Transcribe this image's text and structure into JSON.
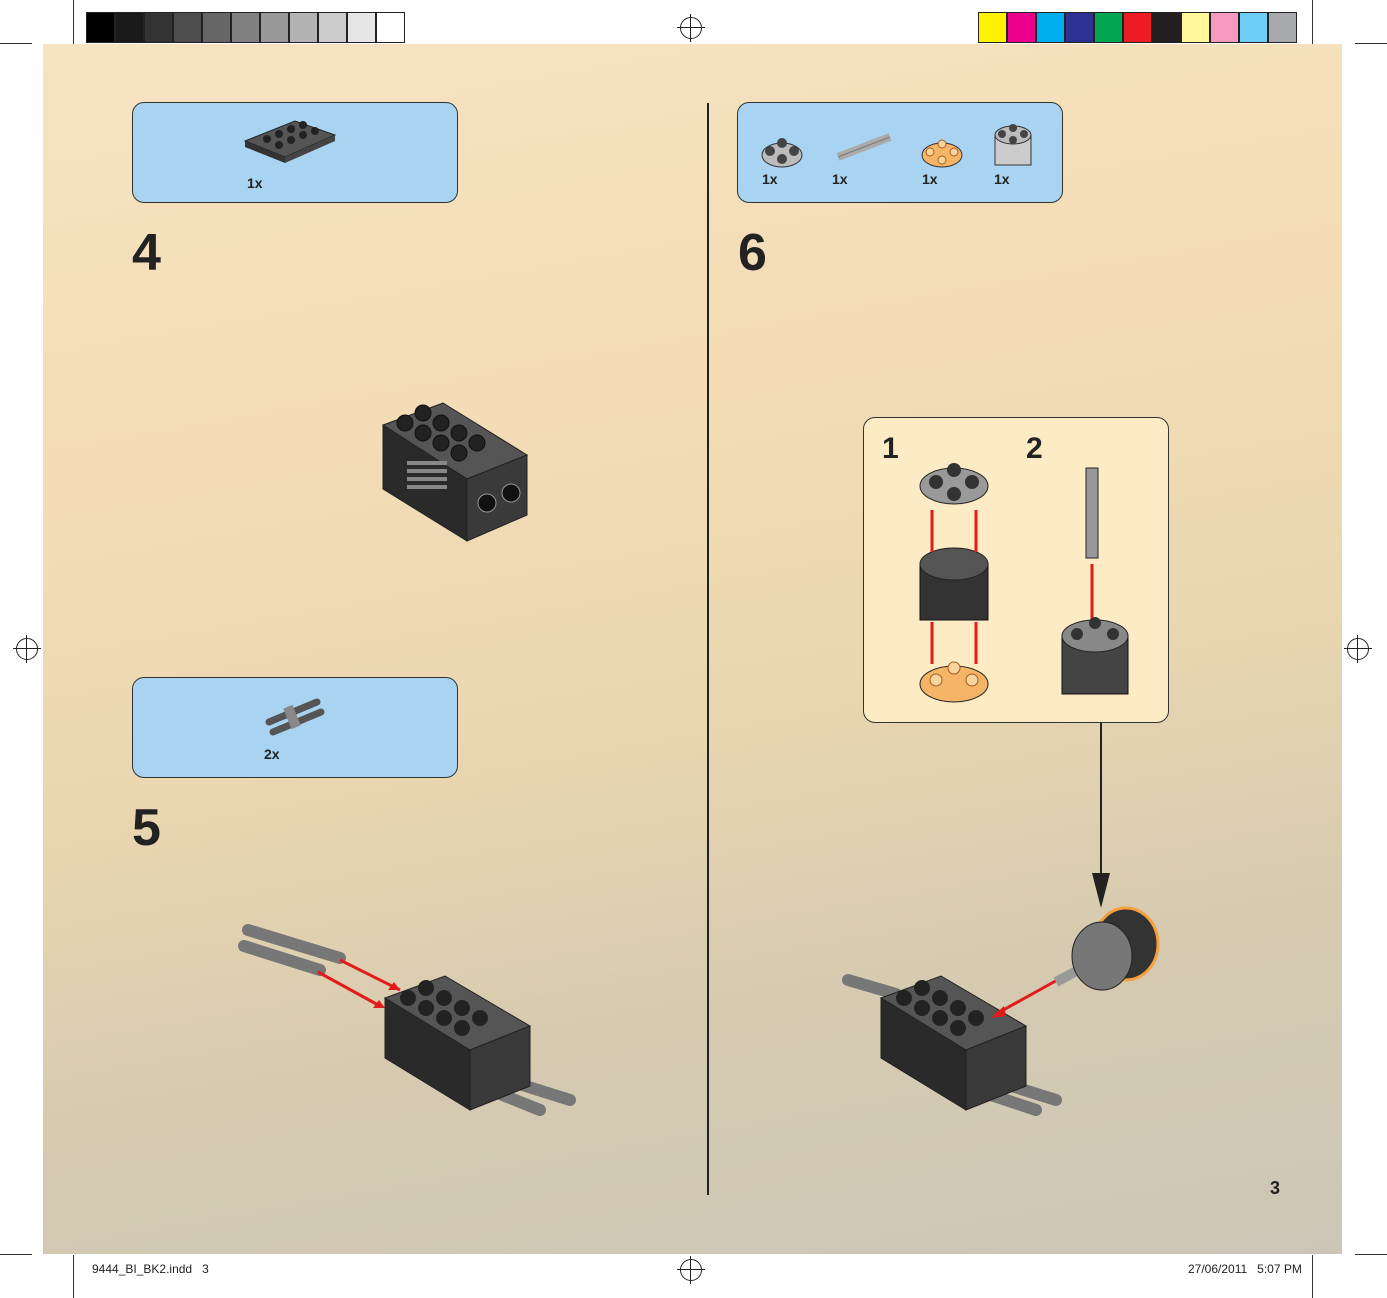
{
  "colors": {
    "grayscale_bar": [
      "#000000",
      "#1a1a1a",
      "#333333",
      "#4d4d4d",
      "#666666",
      "#808080",
      "#999999",
      "#b3b3b3",
      "#cccccc",
      "#e6e6e6",
      "#ffffff"
    ],
    "cmyk_bar": [
      "#fff200",
      "#ec008c",
      "#00aeef",
      "#2e3192",
      "#00a651",
      "#ed1c24",
      "#231f20",
      "#fff799",
      "#f49ac1",
      "#6dcff6",
      "#a7a9ac"
    ],
    "parts_panel": "#a8d4f2",
    "sub_panel": "#fcebc4",
    "arrow": "#e21b1b"
  },
  "steps": [
    {
      "number": "4",
      "parts": [
        {
          "name": "plate-2x4",
          "qty": "1x"
        }
      ]
    },
    {
      "number": "5",
      "parts": [
        {
          "name": "pin-connector",
          "qty": "2x"
        }
      ]
    },
    {
      "number": "6",
      "parts": [
        {
          "name": "round-plate-2x2-gray",
          "qty": "1x"
        },
        {
          "name": "axle",
          "qty": "1x"
        },
        {
          "name": "round-plate-2x2-orange",
          "qty": "1x"
        },
        {
          "name": "round-brick-2x2",
          "qty": "1x"
        }
      ],
      "substeps": [
        "1",
        "2"
      ]
    }
  ],
  "page_number": "3",
  "footer": {
    "file": "9444_BI_BK2.indd   3",
    "timestamp": "27/06/2011   5:07 PM"
  }
}
